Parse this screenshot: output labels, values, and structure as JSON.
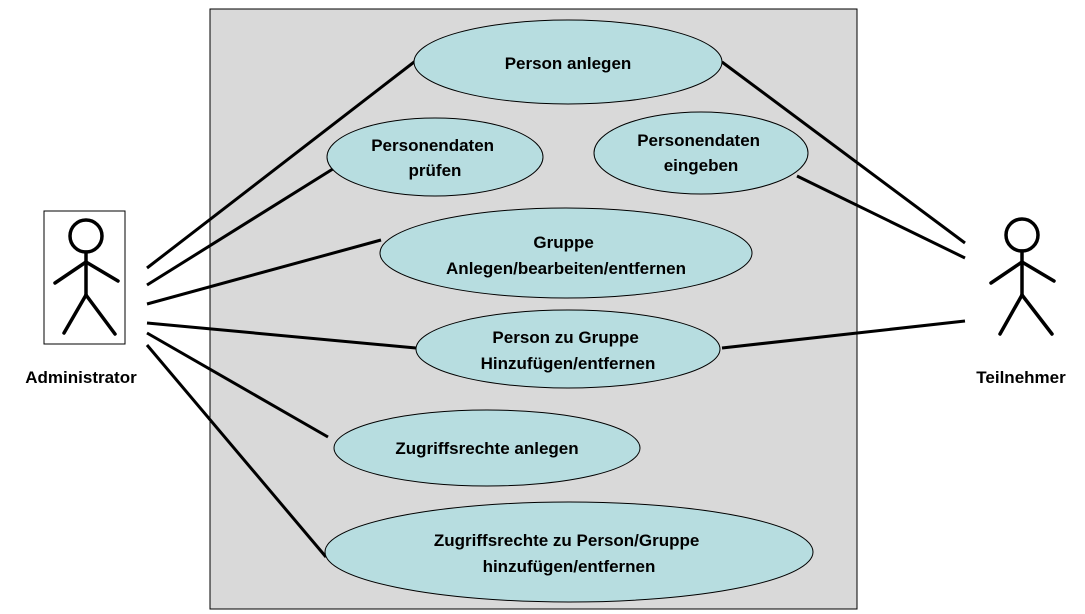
{
  "colors": {
    "system_boundary_fill": "#d9d9d9",
    "use_case_fill": "#b7dde0",
    "stroke": "#000000",
    "background": "#ffffff"
  },
  "actors": {
    "administrator": {
      "label": "Administrator",
      "icon": "stick-figure-icon"
    },
    "participant": {
      "label": "Teilnehmer",
      "icon": "stick-figure-icon"
    }
  },
  "use_cases": [
    {
      "id": "person-anlegen",
      "lines": [
        "Person anlegen"
      ]
    },
    {
      "id": "personendaten-pruefen",
      "lines": [
        "Personendaten",
        "prüfen"
      ]
    },
    {
      "id": "personendaten-eingeben",
      "lines": [
        "Personendaten",
        "eingeben"
      ]
    },
    {
      "id": "gruppe-verwalten",
      "lines": [
        "Gruppe",
        "Anlegen/bearbeiten/entfernen"
      ]
    },
    {
      "id": "person-zu-gruppe",
      "lines": [
        "Person zu Gruppe",
        "Hinzufügen/entfernen"
      ]
    },
    {
      "id": "zugriffsrechte-anlegen",
      "lines": [
        "Zugriffsrechte anlegen"
      ]
    },
    {
      "id": "zugriffsrechte-zuordnen",
      "lines": [
        "Zugriffsrechte zu Person/Gruppe",
        "hinzufügen/entfernen"
      ]
    }
  ],
  "associations": [
    {
      "actor": "administrator",
      "use_case": "person-anlegen"
    },
    {
      "actor": "administrator",
      "use_case": "personendaten-pruefen"
    },
    {
      "actor": "administrator",
      "use_case": "gruppe-verwalten"
    },
    {
      "actor": "administrator",
      "use_case": "person-zu-gruppe"
    },
    {
      "actor": "administrator",
      "use_case": "zugriffsrechte-anlegen"
    },
    {
      "actor": "administrator",
      "use_case": "zugriffsrechte-zuordnen"
    },
    {
      "actor": "participant",
      "use_case": "person-anlegen"
    },
    {
      "actor": "participant",
      "use_case": "personendaten-eingeben"
    },
    {
      "actor": "participant",
      "use_case": "person-zu-gruppe"
    }
  ]
}
